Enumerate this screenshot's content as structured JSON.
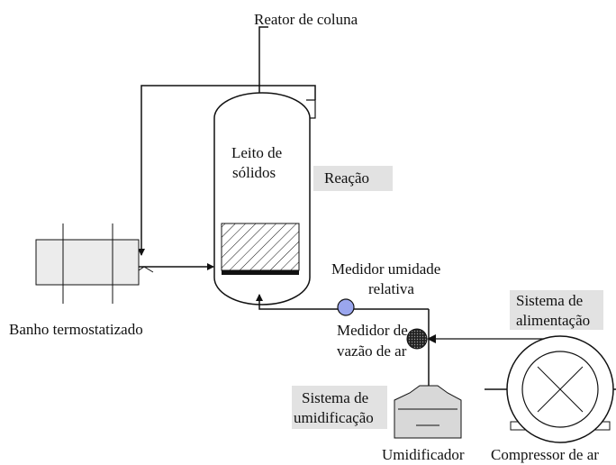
{
  "labels": {
    "reator_coluna": "Reator de coluna",
    "leito_line1": "Leito de",
    "leito_line2": "sólidos",
    "reacao": "Reação",
    "banho": "Banho termostatizado",
    "medidor_umidade_line1": "Medidor umidade",
    "medidor_umidade_line2": "relativa",
    "medidor_vazao_line1": "Medidor de",
    "medidor_vazao_line2": "vazão de ar",
    "sistema_alimentacao_line1": "Sistema de",
    "sistema_alimentacao_line2": "alimentação",
    "sistema_umidificacao_line1": "Sistema de",
    "sistema_umidificacao_line2": "umidificação",
    "umidificador": "Umidificador",
    "compressor": "Compressor de ar"
  },
  "colors": {
    "line": "#111111",
    "highlight_box": "#e2e2e2",
    "bath_fill": "#ececec",
    "humidity_meter_fill": "#9aa6ee",
    "humidifier_fill": "#d8d8d8"
  }
}
